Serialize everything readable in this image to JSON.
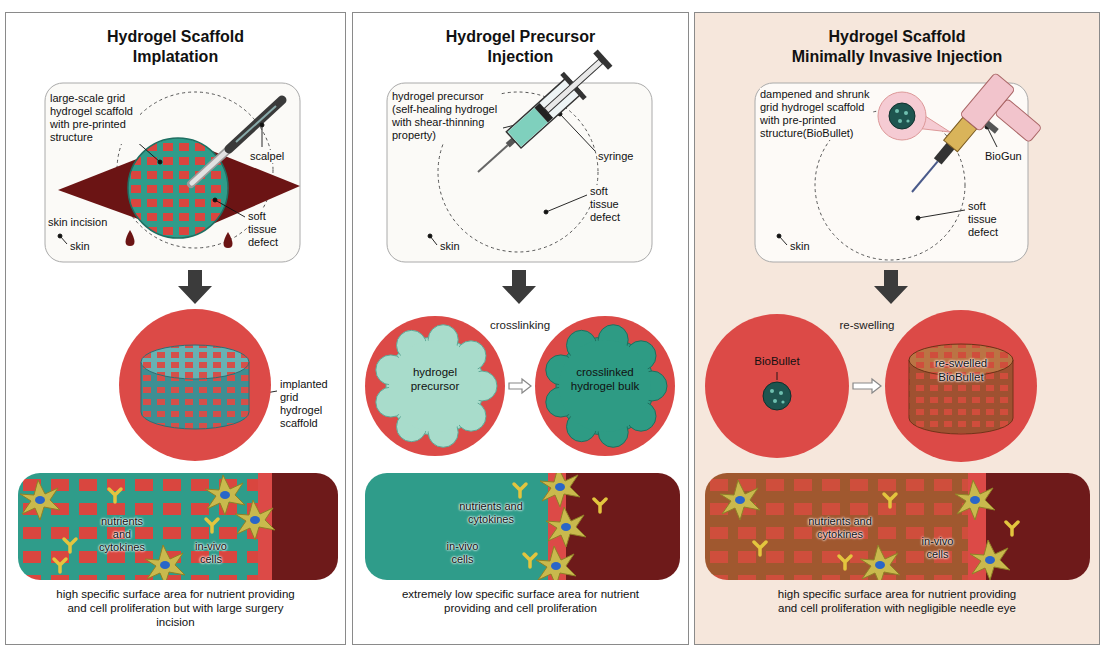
{
  "diagram": {
    "nodes": [
      {
        "text": [
          "Hydrogel Scaffold Implatation",
          "high specific surface area for nutrient providing and cell proliferation but with large surgery incision"
        ]
      },
      {
        "text": [
          "Hydrogel Precursor Injection",
          "extremely low specific surface area for nutrient providing and cell proliferation"
        ]
      },
      {
        "text": [
          "Hydrogel Scaffold Minimally Invasive Injection",
          "high specific surface area for nutrient providing and cell proliferation with negligible needle eye"
        ]
      },
      {
        "text": [
          "hydrogel precursor"
        ],
        "in": 1
      },
      {
        "text": [
          "crosslinked hydrogel bulk"
        ],
        "in": 1
      },
      {
        "text": [
          "BioBullet"
        ],
        "in": 2
      },
      {
        "text": [
          "re-swelled BioBullet"
        ],
        "in": 2
      }
    ],
    "edges": [
      {
        "from": 3,
        "to": 4,
        "arrow": "to",
        "label": "crosslinking"
      },
      {
        "from": 5,
        "to": 6,
        "arrow": "to",
        "label": "re-swelling"
      }
    ],
    "labels": [
      "large-scale grid hydrogel scaffold with pre-printed structure",
      "scalpel",
      "skin incision",
      "soft tissue defect",
      "skin",
      "implanted grid hydrogel scaffold",
      "nutrients and cytokines",
      "in-vivo cells",
      "hydrogel precursor (self-healing hydrogel with shear-thinning property)",
      "syringe",
      "soft tissue defect",
      "skin",
      "nutrients and cytokines",
      "in-vivo cells",
      "dampened and shrunk grid hydrogel scaffold with pre-printed structure(BioBullet)",
      "BioGun",
      "soft tissue defect",
      "skin",
      "nutrients and cytokines",
      "in-vivo cells"
    ]
  }
}
